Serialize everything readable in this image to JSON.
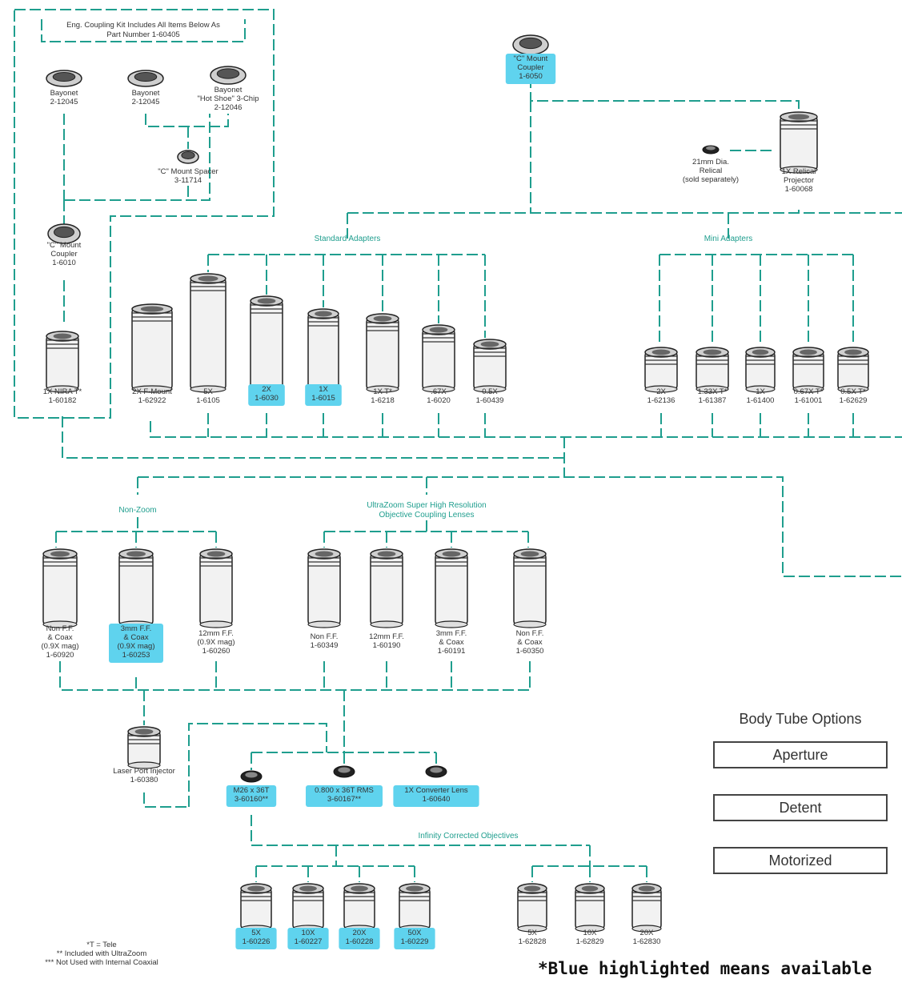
{
  "kit_header": {
    "line1": "Eng. Coupling Kit Includes All Items Below As",
    "line2": "Part Number 1-60405"
  },
  "sections": {
    "standard_adapters": "Standard Adapters",
    "mini_adapters": "Mini Adapters",
    "non_zoom": "Non-Zoom",
    "ultrazoom_line1": "UltraZoom Super High Resolution",
    "ultrazoom_line2": "Objective Coupling Lenses",
    "infinity": "Infinity Corrected Objectives"
  },
  "components": [
    {
      "id": "bay1",
      "lines": [
        "Bayonet",
        "2-12045"
      ],
      "highlight": false
    },
    {
      "id": "bay2",
      "lines": [
        "Bayonet",
        "2-12045"
      ],
      "highlight": false
    },
    {
      "id": "bay3",
      "lines": [
        "Bayonet",
        "\"Hot Shoe\" 3-Chip",
        "2-12046"
      ],
      "highlight": false
    },
    {
      "id": "spacer",
      "lines": [
        "\"C\" Mount Spacer",
        "3-11714"
      ],
      "highlight": false
    },
    {
      "id": "cmount-left",
      "lines": [
        "\"C\" Mount",
        "Coupler",
        "1-6010"
      ],
      "highlight": false
    },
    {
      "id": "nira",
      "lines": [
        "1X NIRA T*",
        "1-60182"
      ],
      "highlight": false
    },
    {
      "id": "cmount-top",
      "lines": [
        "\"C\" Mount",
        "Coupler",
        "1-6050"
      ],
      "highlight": true
    },
    {
      "id": "relical",
      "lines": [
        "21mm Dia.",
        "Relical",
        "(sold separately)"
      ],
      "highlight": false
    },
    {
      "id": "projector",
      "lines": [
        "1X Relical",
        "Projector",
        "1-60068"
      ],
      "highlight": false
    },
    {
      "id": "sa1",
      "lines": [
        "2X F-Mount",
        "1-62922"
      ],
      "highlight": false
    },
    {
      "id": "sa2",
      "lines": [
        "5X",
        "1-6105"
      ],
      "highlight": false
    },
    {
      "id": "sa3",
      "lines": [
        "2X",
        "1-6030"
      ],
      "highlight": true
    },
    {
      "id": "sa4",
      "lines": [
        "1X",
        "1-6015"
      ],
      "highlight": true
    },
    {
      "id": "sa5",
      "lines": [
        "1X T*",
        "1-6218"
      ],
      "highlight": false
    },
    {
      "id": "sa6",
      "lines": [
        ".67X",
        "1-6020"
      ],
      "highlight": false
    },
    {
      "id": "sa7",
      "lines": [
        "0.5X",
        "1-60439"
      ],
      "highlight": false
    },
    {
      "id": "ma1",
      "lines": [
        "2X",
        "1-62136"
      ],
      "highlight": false
    },
    {
      "id": "ma2",
      "lines": [
        "1.33X T*",
        "1-61387"
      ],
      "highlight": false
    },
    {
      "id": "ma3",
      "lines": [
        "1X",
        "1-61400"
      ],
      "highlight": false
    },
    {
      "id": "ma4",
      "lines": [
        "0.67X T*",
        "1-61001"
      ],
      "highlight": false
    },
    {
      "id": "ma5",
      "lines": [
        "0.5X T*",
        "1-62629"
      ],
      "highlight": false
    },
    {
      "id": "nz1",
      "lines": [
        "Non F.F.",
        "& Coax",
        "(0.9X mag)",
        "1-60920"
      ],
      "highlight": false
    },
    {
      "id": "nz2",
      "lines": [
        "3mm F.F.",
        "& Coax",
        "(0.9X mag)",
        "1-60253"
      ],
      "highlight": true
    },
    {
      "id": "nz3",
      "lines": [
        "12mm F.F.",
        "(0.9X mag)",
        "1-60260"
      ],
      "highlight": false
    },
    {
      "id": "uz1",
      "lines": [
        "Non F.F.",
        "1-60349"
      ],
      "highlight": false
    },
    {
      "id": "uz2",
      "lines": [
        "12mm F.F.",
        "1-60190"
      ],
      "highlight": false
    },
    {
      "id": "uz3",
      "lines": [
        "3mm F.F.",
        "& Coax",
        "1-60191"
      ],
      "highlight": false
    },
    {
      "id": "uz4",
      "lines": [
        "Non F.F.",
        "& Coax",
        "1-60350"
      ],
      "highlight": false
    },
    {
      "id": "laser",
      "lines": [
        "Laser Port Injector",
        "1-60380"
      ],
      "highlight": false
    },
    {
      "id": "m26",
      "lines": [
        "M26 x 36T",
        "3-60160**"
      ],
      "highlight": true
    },
    {
      "id": "rms",
      "lines": [
        "0.800 x 36T RMS",
        "3-60167**"
      ],
      "highlight": true
    },
    {
      "id": "conv",
      "lines": [
        "1X Converter Lens",
        "1-60640"
      ],
      "highlight": true
    },
    {
      "id": "io1",
      "lines": [
        "5X",
        "1-60226"
      ],
      "highlight": true
    },
    {
      "id": "io2",
      "lines": [
        "10X",
        "1-60227"
      ],
      "highlight": true
    },
    {
      "id": "io3",
      "lines": [
        "20X",
        "1-60228"
      ],
      "highlight": true
    },
    {
      "id": "io4",
      "lines": [
        "50X",
        "1-60229"
      ],
      "highlight": true
    },
    {
      "id": "io5",
      "lines": [
        "5X",
        "1-62828"
      ],
      "highlight": false
    },
    {
      "id": "io6",
      "lines": [
        "10X",
        "1-62829"
      ],
      "highlight": false
    },
    {
      "id": "io7",
      "lines": [
        "20X",
        "1-62830"
      ],
      "highlight": false
    }
  ],
  "legend": [
    "*T = Tele",
    "** Included with UltraZoom",
    "*** Not Used with Internal Coaxial"
  ],
  "body_tube": {
    "title": "Body Tube Options",
    "options": [
      "Aperture",
      "Detent",
      "Motorized"
    ]
  },
  "note": "*Blue highlighted means available",
  "colors": {
    "highlight": "#5fd3ee",
    "connector": "#1f9e8e"
  }
}
